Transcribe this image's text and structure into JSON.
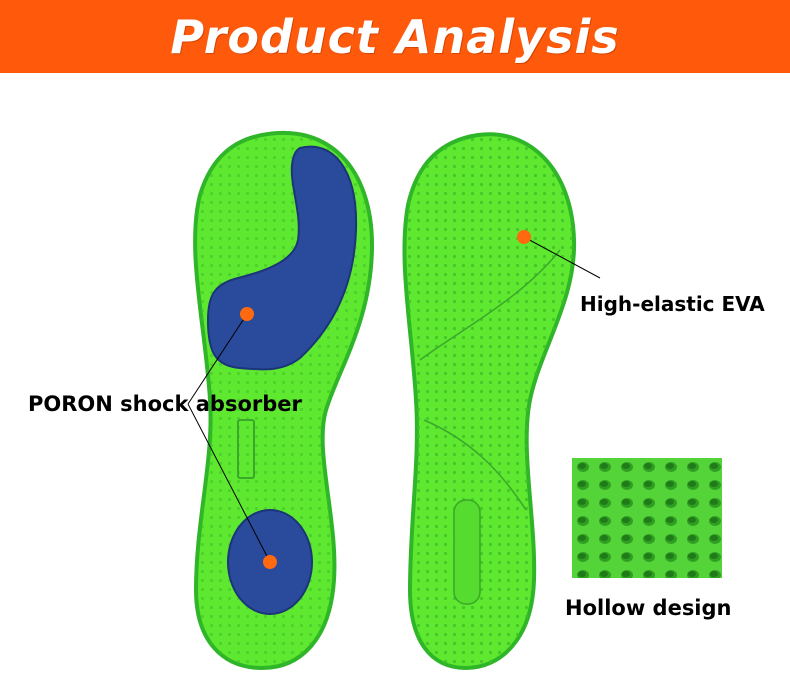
{
  "banner": {
    "title": "Product Analysis"
  },
  "labels": {
    "poron": "PORON shock absorber",
    "eva": "High-elastic EVA",
    "hollow": "Hollow design"
  },
  "colors": {
    "banner": "#ff5a0c",
    "insole_green": "#5fe830",
    "insole_edge": "#2fb528",
    "poron_blue": "#2a4a9c",
    "marker_orange": "#ff6a10"
  }
}
